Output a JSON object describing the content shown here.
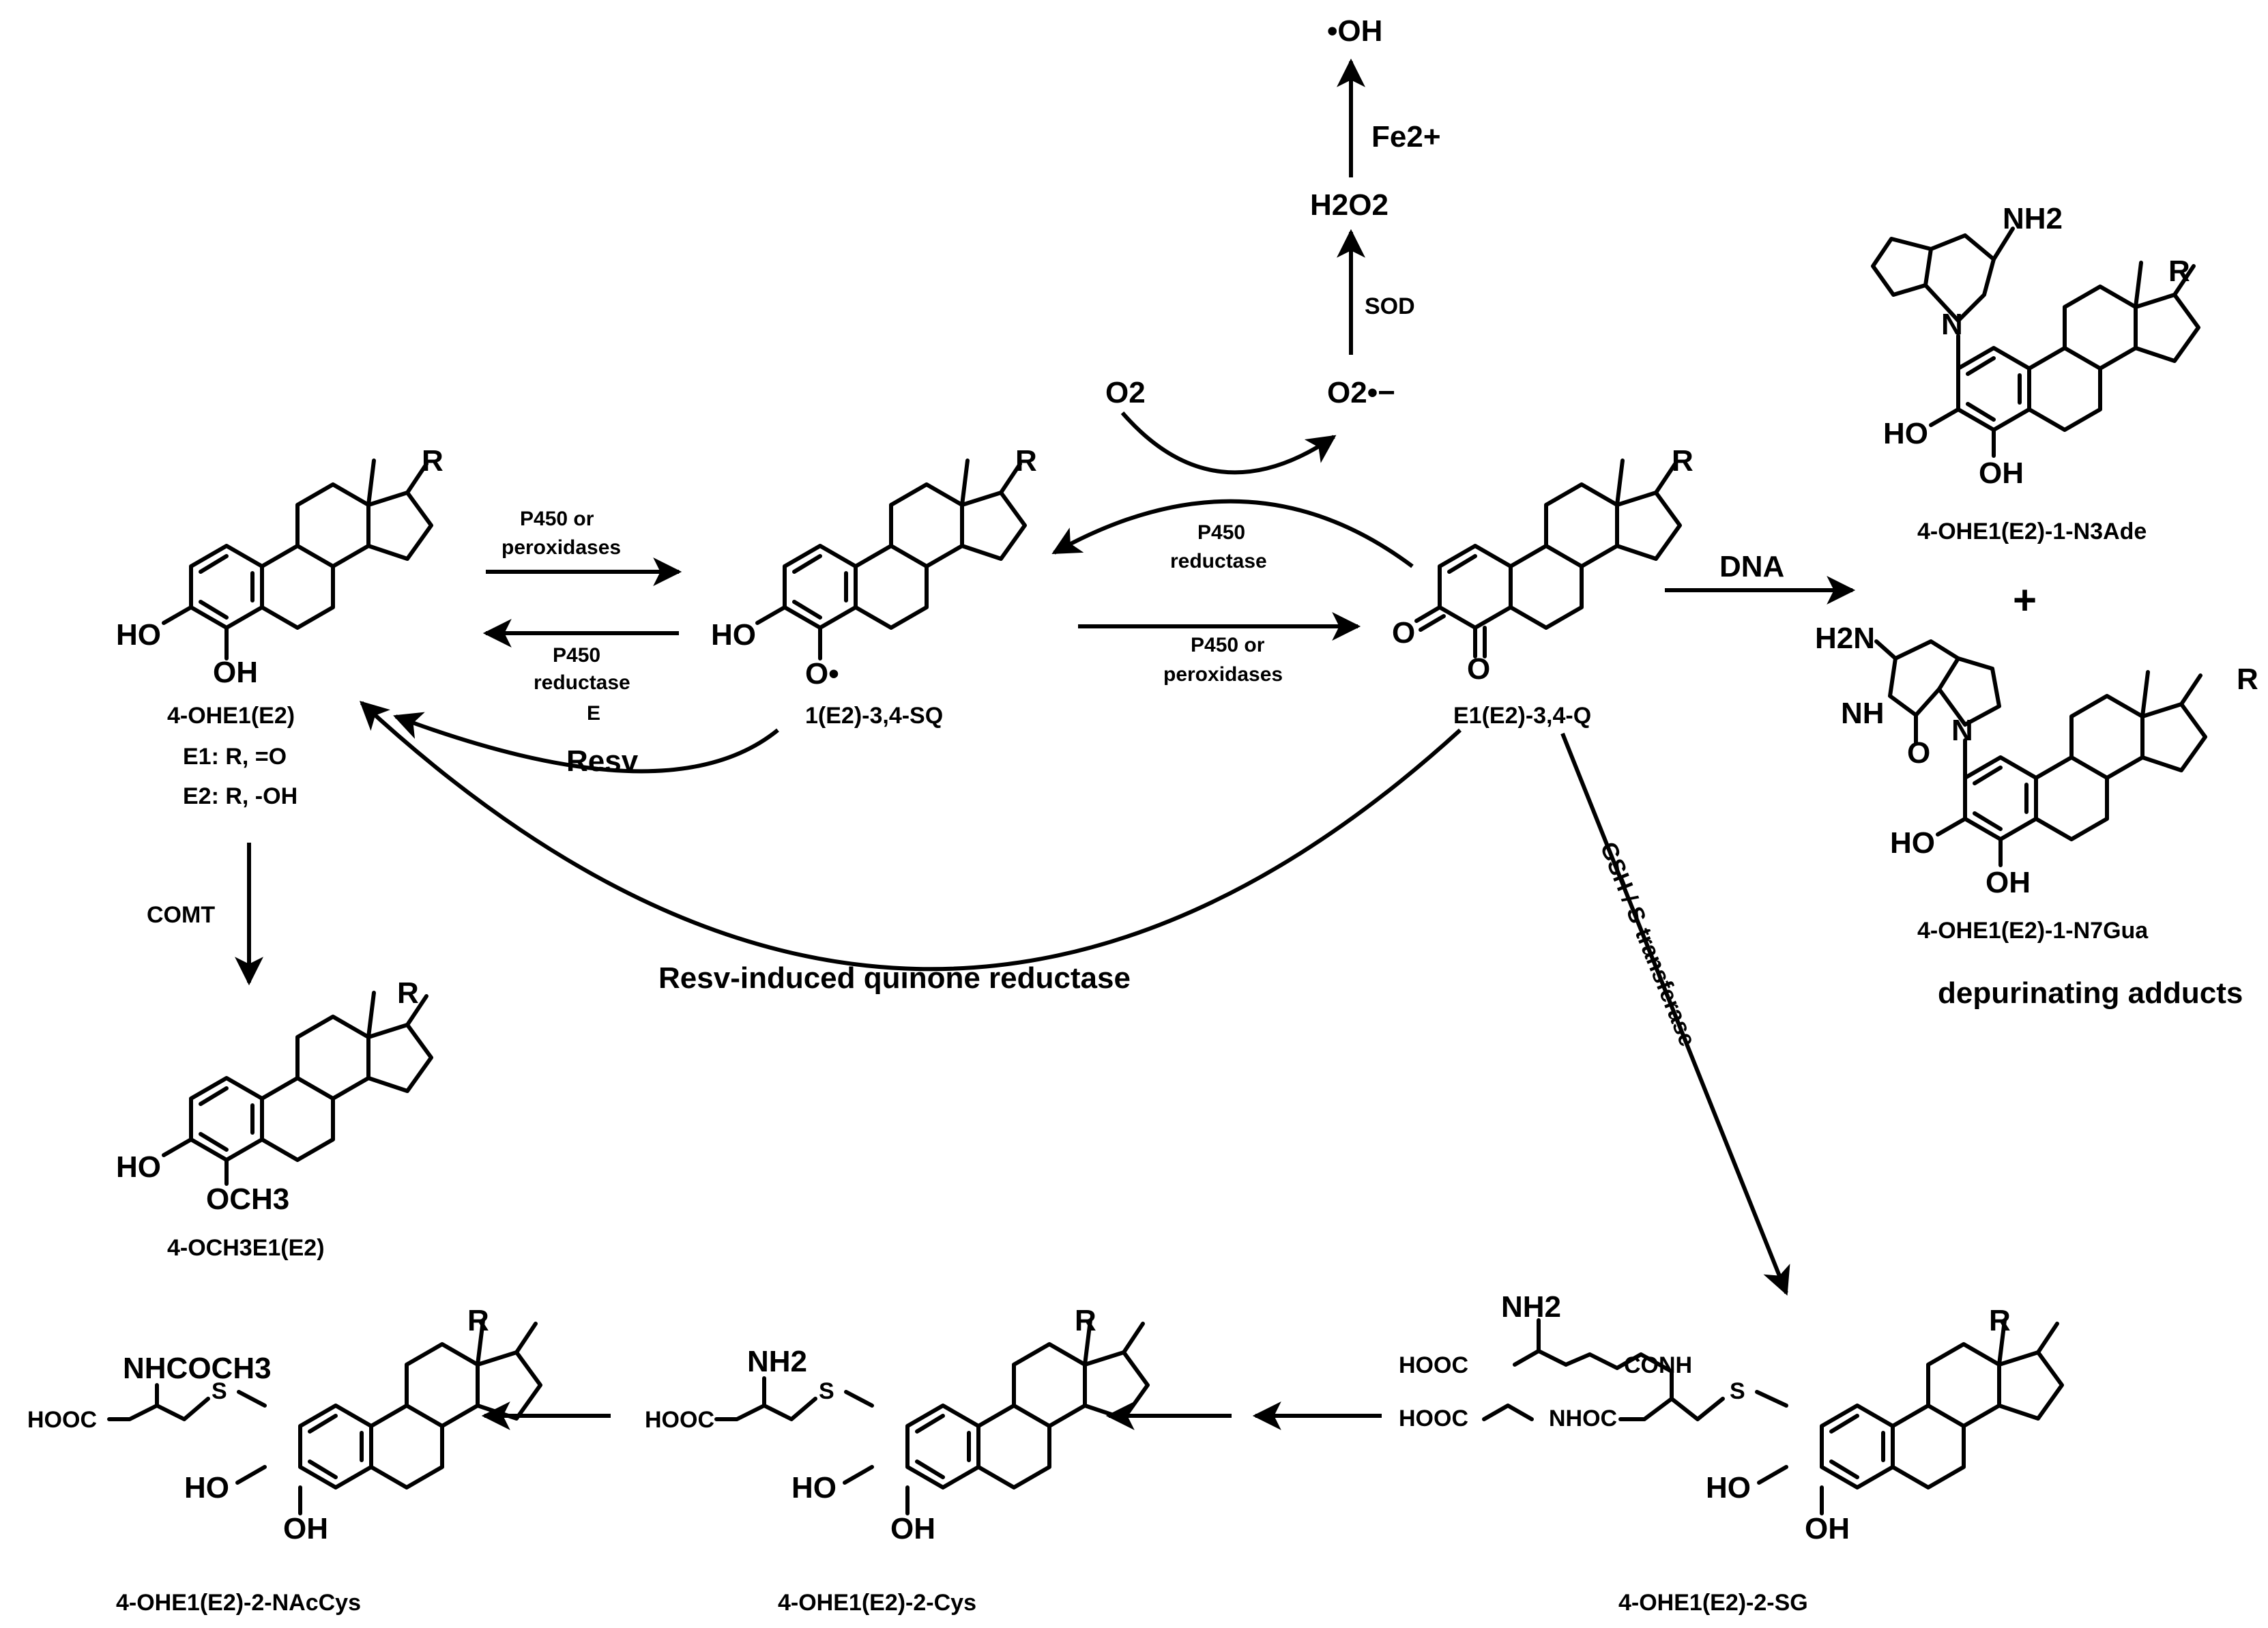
{
  "compounds": {
    "catechol": {
      "label": "4-OHE1(E2)",
      "oh3": "HO",
      "oh4": "OH",
      "r": "R",
      "e1_def": "E1: R, =O",
      "e2_def": "E2: R, -OH"
    },
    "semiquinone": {
      "label": "1(E2)-3,4-SQ",
      "oh3": "HO",
      "o4": "O•",
      "r": "R"
    },
    "quinone": {
      "label": "E1(E2)-3,4-Q",
      "o3": "O",
      "o4": "O",
      "r": "R"
    },
    "methoxy": {
      "label": "4-OCH3E1(E2)",
      "oh3": "HO",
      "och3": "OCH3",
      "r": "R"
    },
    "n3ade": {
      "label": "4-OHE1(E2)-1-N3Ade",
      "nh2": "NH2",
      "ho": "HO",
      "oh": "OH",
      "r": "R",
      "n": "N"
    },
    "n7gua": {
      "label": "4-OHE1(E2)-1-N7Gua",
      "h2n": "H2N",
      "nh": "NH",
      "o": "O",
      "ho": "HO",
      "oh": "OH",
      "r": "R",
      "n": "N"
    },
    "sg": {
      "label": "4-OHE1(E2)-2-SG",
      "nh2": "NH2",
      "hooc1": "HOOC",
      "conh": "CONH",
      "hooc2": "HOOC",
      "nhoc": "NHOC",
      "s": "S",
      "ho": "HO",
      "oh": "OH",
      "r": "R"
    },
    "cys": {
      "label": "4-OHE1(E2)-2-Cys",
      "nh2": "NH2",
      "hooc": "HOOC",
      "s": "S",
      "ho": "HO",
      "oh": "OH",
      "r": "R"
    },
    "nacys": {
      "label": "4-OHE1(E2)-2-NAcCys",
      "nhcoch3": "NHCOCH3",
      "hooc": "HOOC",
      "s": "S",
      "ho": "HO",
      "oh": "OH",
      "r": "R"
    }
  },
  "reagents": {
    "p450_ox_1": [
      "P450 or",
      "peroxidases"
    ],
    "p450_red_1": [
      "P450",
      "reductase"
    ],
    "e_label": "E",
    "resv": "Resv",
    "p450_red_2": [
      "P450",
      "reductase"
    ],
    "p450_ox_2": [
      "P450 or",
      "peroxidases"
    ],
    "o2": "O2",
    "superoxide": "O2•−",
    "sod": "SOD",
    "h2o2": "H2O2",
    "fe": "Fe2+",
    "oh_radical": "•OH",
    "dna": "DNA",
    "plus": "+",
    "comt": "COMT",
    "resv_quinone_reductase": "Resv-induced quinone reductase",
    "gsh_transferase": "GSH / S-transferase",
    "depurinating": "depurinating adducts"
  }
}
